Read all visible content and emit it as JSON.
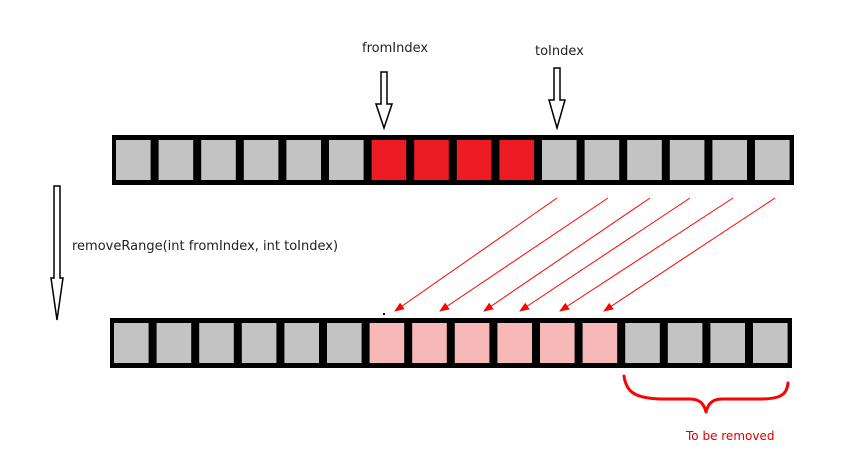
{
  "labels": {
    "from_index": "fromIndex",
    "to_index": "toIndex",
    "method": "removeRange(int fromIndex, int toIndex)",
    "to_be_removed": "To be removed"
  },
  "before_array": {
    "cells": [
      "gray",
      "gray",
      "gray",
      "gray",
      "gray",
      "gray",
      "red",
      "red",
      "red",
      "red",
      "gray",
      "gray",
      "gray",
      "gray",
      "gray",
      "gray"
    ]
  },
  "after_array": {
    "cells": [
      "gray",
      "gray",
      "gray",
      "gray",
      "gray",
      "gray",
      "pink",
      "pink",
      "pink",
      "pink",
      "pink",
      "pink",
      "gray",
      "gray",
      "gray",
      "gray"
    ]
  },
  "colors": {
    "gray": "#c3c3c3",
    "red": "#ed1c24",
    "pink": "#f7b8b8",
    "frame": "#000000",
    "accent": "#ff0000",
    "note_text": "#e00000"
  }
}
